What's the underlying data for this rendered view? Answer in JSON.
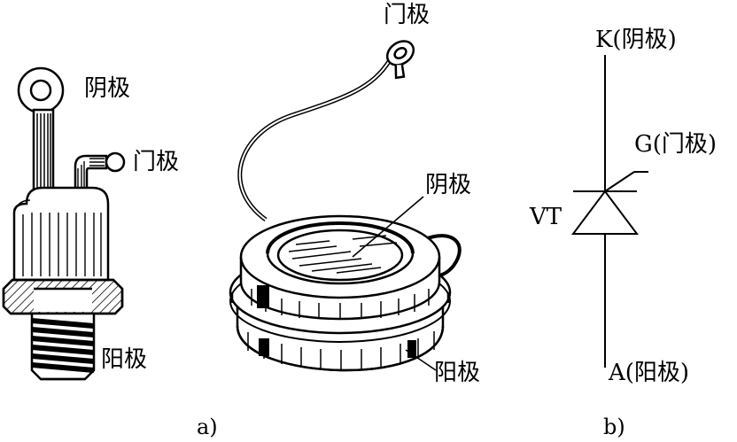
{
  "figure_a": {
    "stud": {
      "cathode_label": "阴极",
      "gate_label": "门极",
      "anode_label": "阳极"
    },
    "disc": {
      "gate_label": "门极",
      "cathode_label": "阴极",
      "anode_label": "阳极"
    },
    "caption": "a)"
  },
  "figure_b": {
    "cathode_label": "K(阴极)",
    "gate_label": "G(门极)",
    "device_label": "VT",
    "anode_label": "A(阳极)",
    "caption": "b)"
  }
}
